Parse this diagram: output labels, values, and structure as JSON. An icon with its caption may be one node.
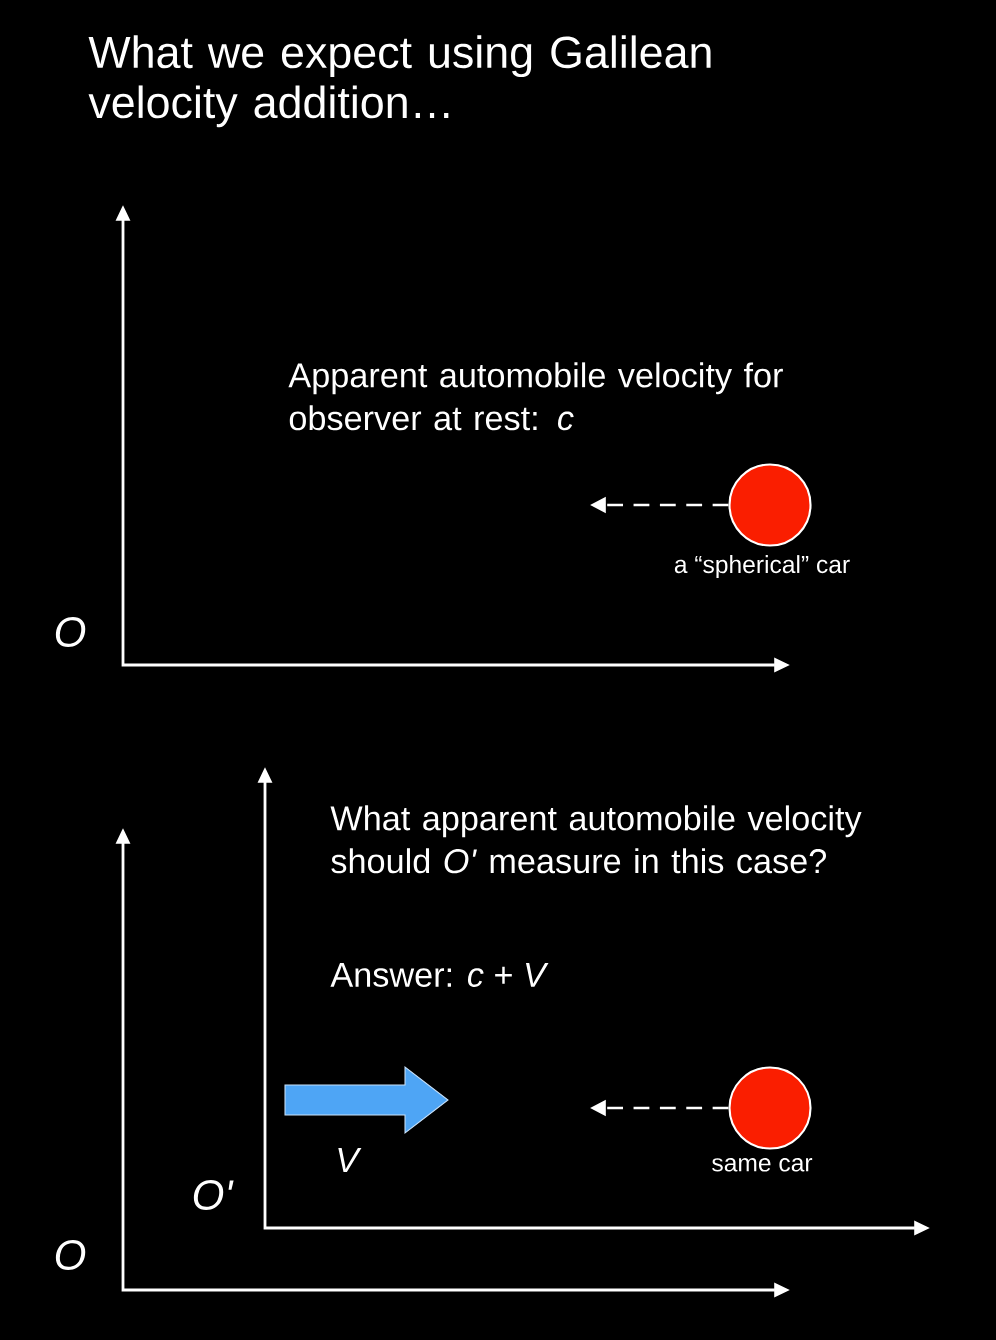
{
  "diagram": {
    "title": "What we expect using Galilean velocity addition…",
    "nodes": [
      {
        "text": [],
        "shape": "circle",
        "beside": [
          "a “spherical” car"
        ]
      },
      {
        "text": [],
        "shape": "circle",
        "beside": [
          "same car"
        ]
      }
    ],
    "edges": [
      {
        "from": 0,
        "to": null,
        "arrow": "to",
        "style": "dashed"
      },
      {
        "from": 1,
        "to": null,
        "arrow": "to",
        "style": "dashed"
      }
    ],
    "labels": [
      "Apparent automobile velocity for observer at rest: *c*",
      "O",
      "What apparent automobile velocity should *O'* measure in this case?",
      "Answer: *c* + *V*",
      "V",
      "O'",
      "O"
    ]
  }
}
